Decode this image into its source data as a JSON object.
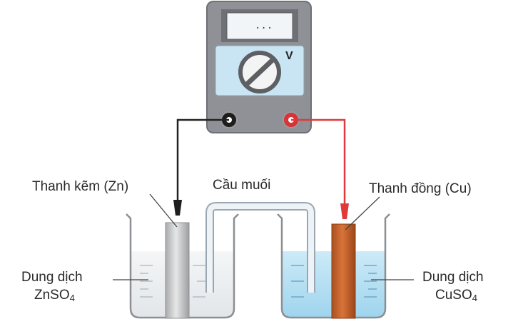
{
  "voltmeter": {
    "display": "...",
    "unit": "V"
  },
  "labels": {
    "zinc_rod": "Thanh kẽm (Zn)",
    "salt_bridge": "Cầu muối",
    "copper_rod": "Thanh đồng (Cu)",
    "left_solution_line1": "Dung dịch",
    "left_solution_formula": "ZnSO",
    "left_solution_subscript": "4",
    "right_solution_line1": "Dung dịch",
    "right_solution_formula": "CuSO",
    "right_solution_subscript": "4"
  },
  "colors": {
    "meter_body": "#8f9196",
    "meter_face": "#c9e4f2",
    "negative_wire": "#222222",
    "positive_wire": "#e0393c",
    "zinc_solution": "#eef1f3",
    "copper_solution": "#b8e1f3",
    "zinc_rod": "#c8c9cb",
    "copper_rod": "#c4642c"
  }
}
